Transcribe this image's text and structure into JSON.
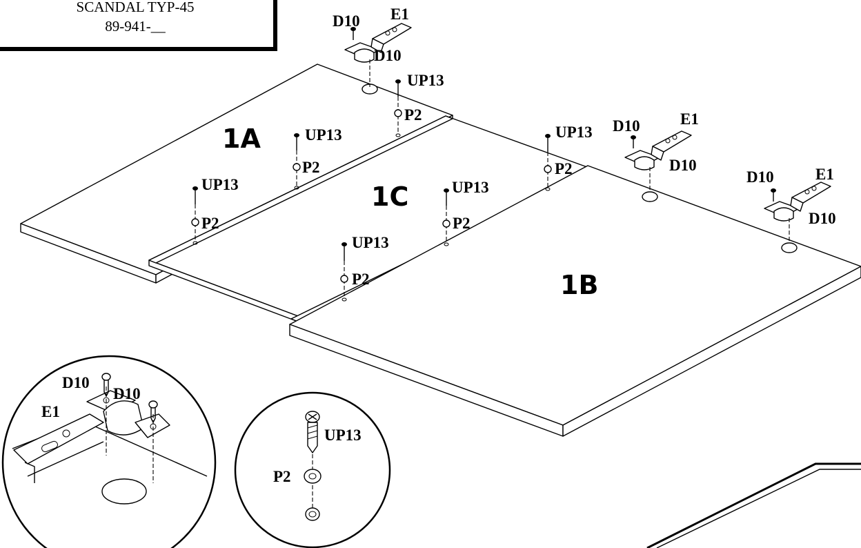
{
  "title_box": {
    "line1": "SCANDAL TYP-45",
    "line2": "89-941-__"
  },
  "panels": {
    "p1a": "1A",
    "p1b": "1B",
    "p1c": "1C"
  },
  "parts": {
    "screw_long": "UP13",
    "cap": "P2",
    "screw_short": "D10",
    "hinge": "E1"
  },
  "detail_hinge": {
    "screw_a": "D10",
    "screw_b": "D10",
    "hinge": "E1"
  },
  "detail_screw": {
    "screw": "UP13",
    "cap": "P2"
  }
}
